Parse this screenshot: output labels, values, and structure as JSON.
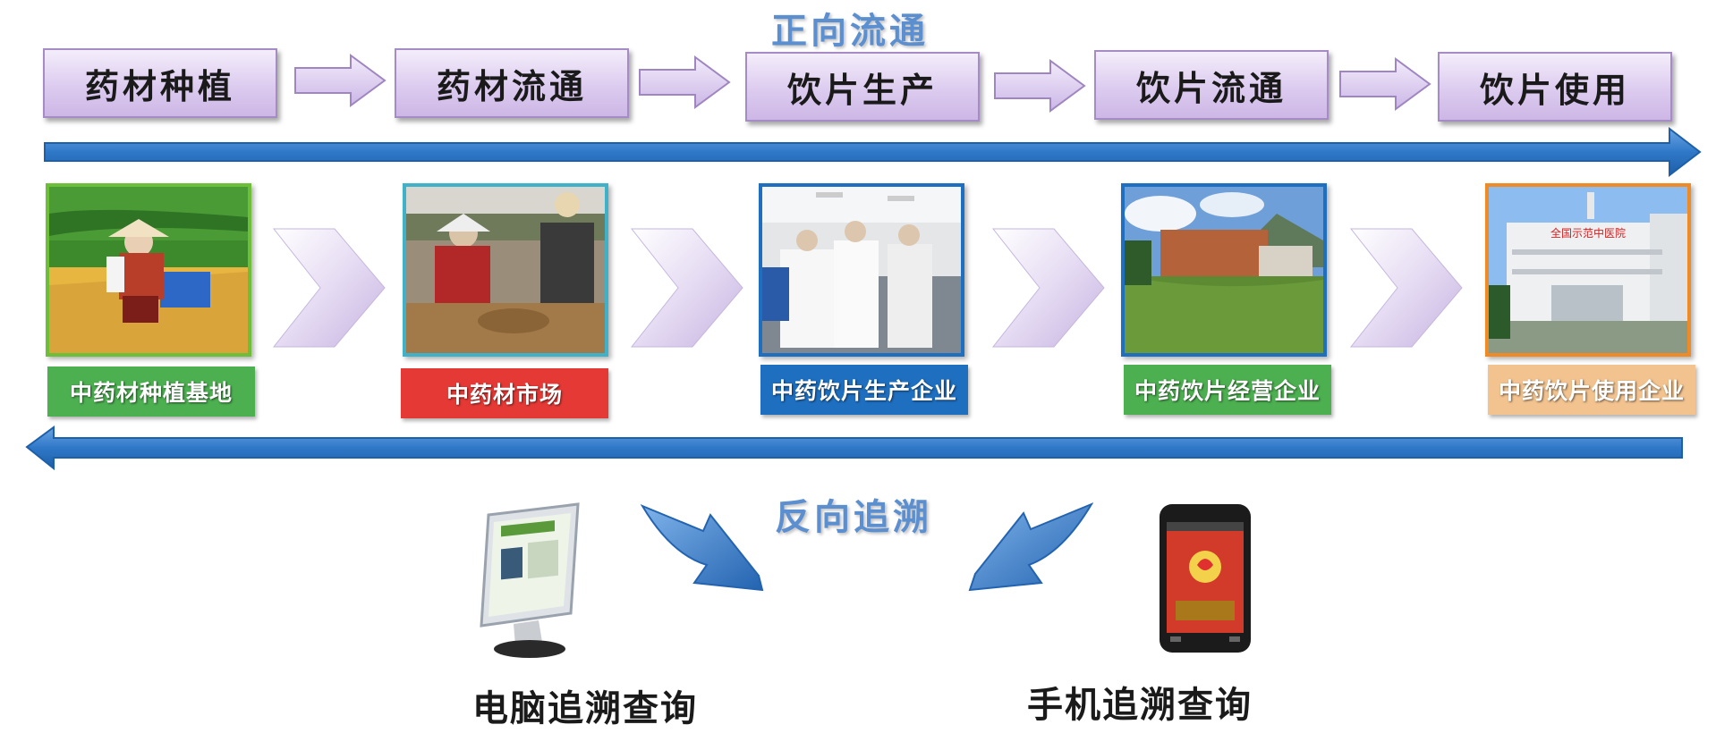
{
  "forward_title": "正向流通",
  "reverse_title": "反向追溯",
  "stages": [
    "药材种植",
    "药材流通",
    "饮片生产",
    "饮片流通",
    "饮片使用"
  ],
  "entities": [
    {
      "label": "中药材种植基地",
      "color": "#4caf50"
    },
    {
      "label": "中药材市场",
      "color": "#e53935"
    },
    {
      "label": "中药饮片生产企业",
      "color": "#1e6fc0"
    },
    {
      "label": "中药饮片经营企业",
      "color": "#4caf50"
    },
    {
      "label": "中药饮片使用企业",
      "color": "#f2c38f"
    }
  ],
  "photo_signs": {
    "hospital": "全国示范中医院"
  },
  "queries": {
    "computer": "电脑追溯查询",
    "phone": "手机追溯查询"
  },
  "colors": {
    "flow_arrow": "#2f78c8",
    "stage_fill": "#dccbef",
    "title_blue": "#5b8fd0"
  },
  "icons": [
    "right-arrow-icon",
    "chevron-right-icon",
    "computer-monitor-icon",
    "mobile-phone-icon",
    "curved-arrow-icon"
  ]
}
